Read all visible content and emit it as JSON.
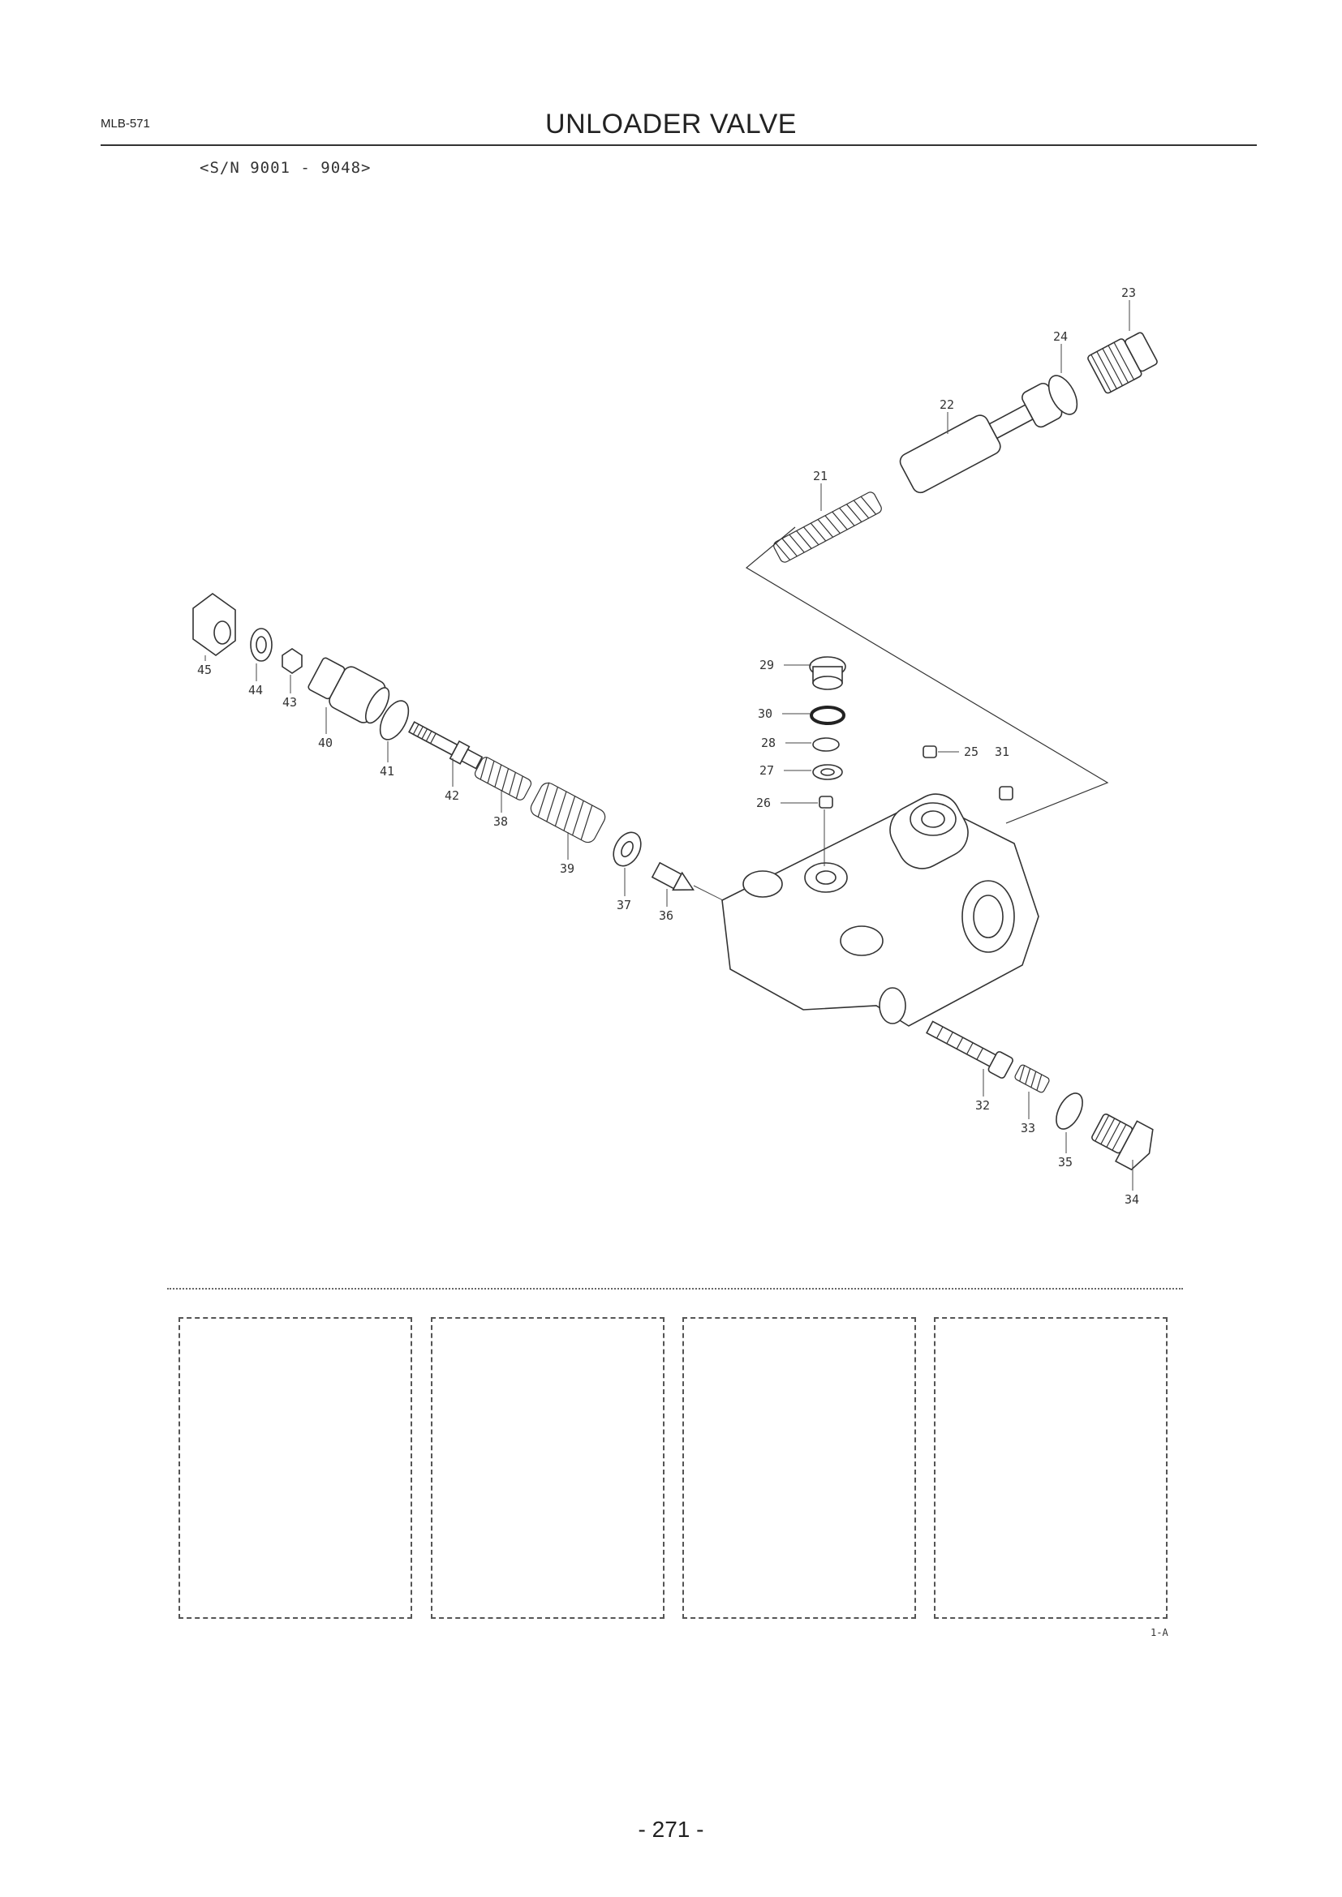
{
  "header": {
    "doc_code": "MLB-571",
    "title": "UNLOADER VALVE",
    "serial_range": "<S/N 9001 - 9048>"
  },
  "diagram": {
    "callouts": [
      "21",
      "22",
      "23",
      "24",
      "25",
      "26",
      "27",
      "28",
      "29",
      "30",
      "31",
      "32",
      "33",
      "34",
      "35",
      "36",
      "37",
      "38",
      "39",
      "40",
      "41",
      "42",
      "43",
      "44",
      "45"
    ]
  },
  "footer": {
    "kit_code": "1-A",
    "page_number": "- 271 -"
  }
}
